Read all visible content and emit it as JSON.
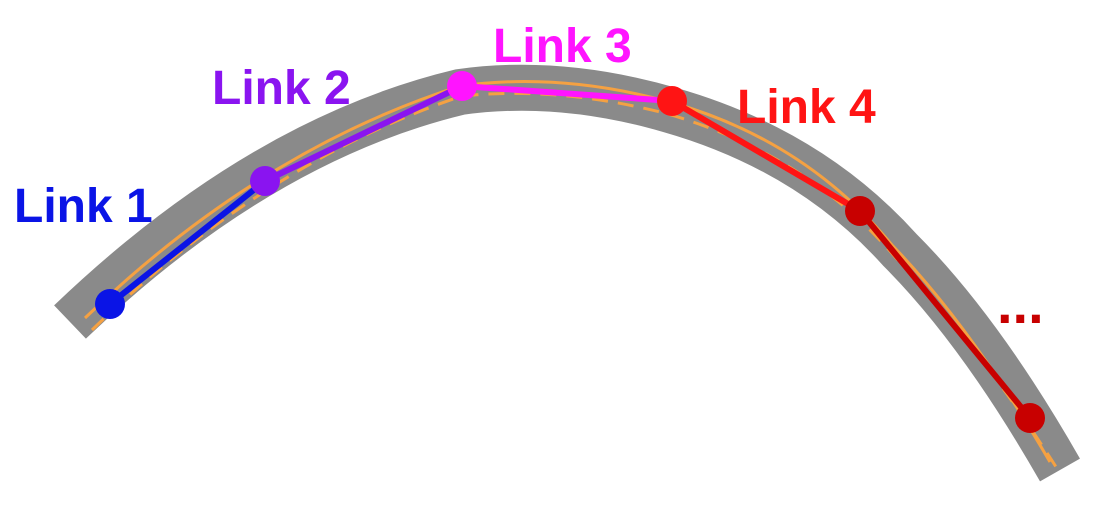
{
  "diagram": {
    "colors": {
      "road": "#8a8a8a",
      "centerline": "#f5a142",
      "link1": "#0a14e6",
      "link2": "#8a14f0",
      "link3": "#ff14ff",
      "link4": "#ff1414",
      "link5": "#c80000"
    },
    "links": [
      {
        "label": "Link 1"
      },
      {
        "label": "Link 2"
      },
      {
        "label": "Link 3"
      },
      {
        "label": "Link 4"
      }
    ],
    "ellipsis": "..."
  }
}
